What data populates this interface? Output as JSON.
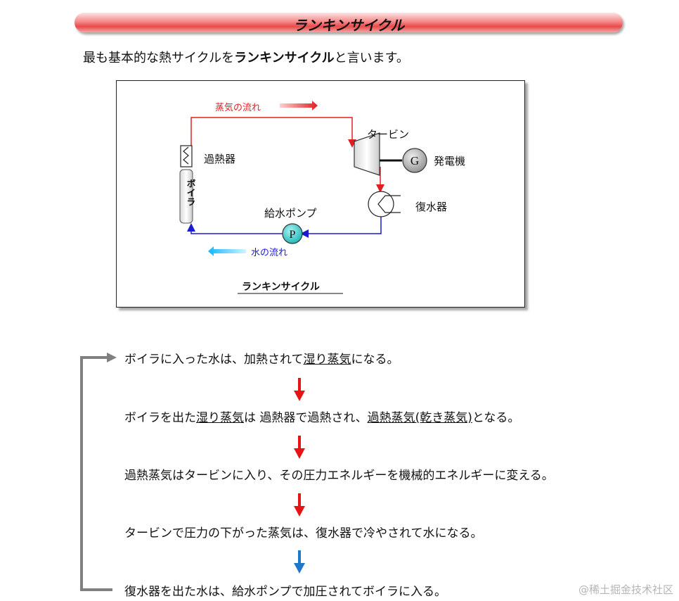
{
  "header": {
    "title": "ランキンサイクル"
  },
  "intro": {
    "before": "最も基本的な熱サイクルを",
    "bold": "ランキンサイクル",
    "after": "と言います。"
  },
  "diagram": {
    "steam_flow_label": "蒸気の流れ",
    "water_flow_label": "水の流れ",
    "superheater_label": "過熱器",
    "boiler_label": "ボイラ",
    "turbine_label": "タービン",
    "generator_symbol": "G",
    "generator_label": "発電機",
    "condenser_label": "復水器",
    "pump_label": "給水ポンプ",
    "pump_symbol": "P",
    "caption": "ランキンサイクル",
    "colors": {
      "steam": "#e02020",
      "water": "#1a1ad0",
      "pump_fill": "#3ed0d0",
      "generator_fill": "#b0b0b0"
    }
  },
  "steps": [
    {
      "parts": [
        {
          "t": "ボイラに入った水は、加熱されて"
        },
        {
          "t": "湿り蒸気",
          "u": true
        },
        {
          "t": "になる。"
        }
      ]
    },
    {
      "parts": [
        {
          "t": "ボイラを出た"
        },
        {
          "t": "湿り蒸気",
          "u": true
        },
        {
          "t": "は 過熱器で過熱され、"
        },
        {
          "t": "過熱蒸気(乾き蒸気)",
          "u": true
        },
        {
          "t": "となる。"
        }
      ]
    },
    {
      "parts": [
        {
          "t": "過熱蒸気はタービンに入り、その圧力エネルギーを機械的エネルギーに変える。"
        }
      ]
    },
    {
      "parts": [
        {
          "t": "タービンで圧力の下がった蒸気は、復水器で冷やされて水になる。"
        }
      ]
    },
    {
      "parts": [
        {
          "t": "復水器を出た水は、給水ポンプで加圧されてボイラに入る。"
        }
      ]
    }
  ],
  "arrow_colors": [
    "#e61515",
    "#e61515",
    "#e61515",
    "#1f78c8"
  ],
  "loop_color": "#808080",
  "watermark": "@稀土掘金技术社区"
}
